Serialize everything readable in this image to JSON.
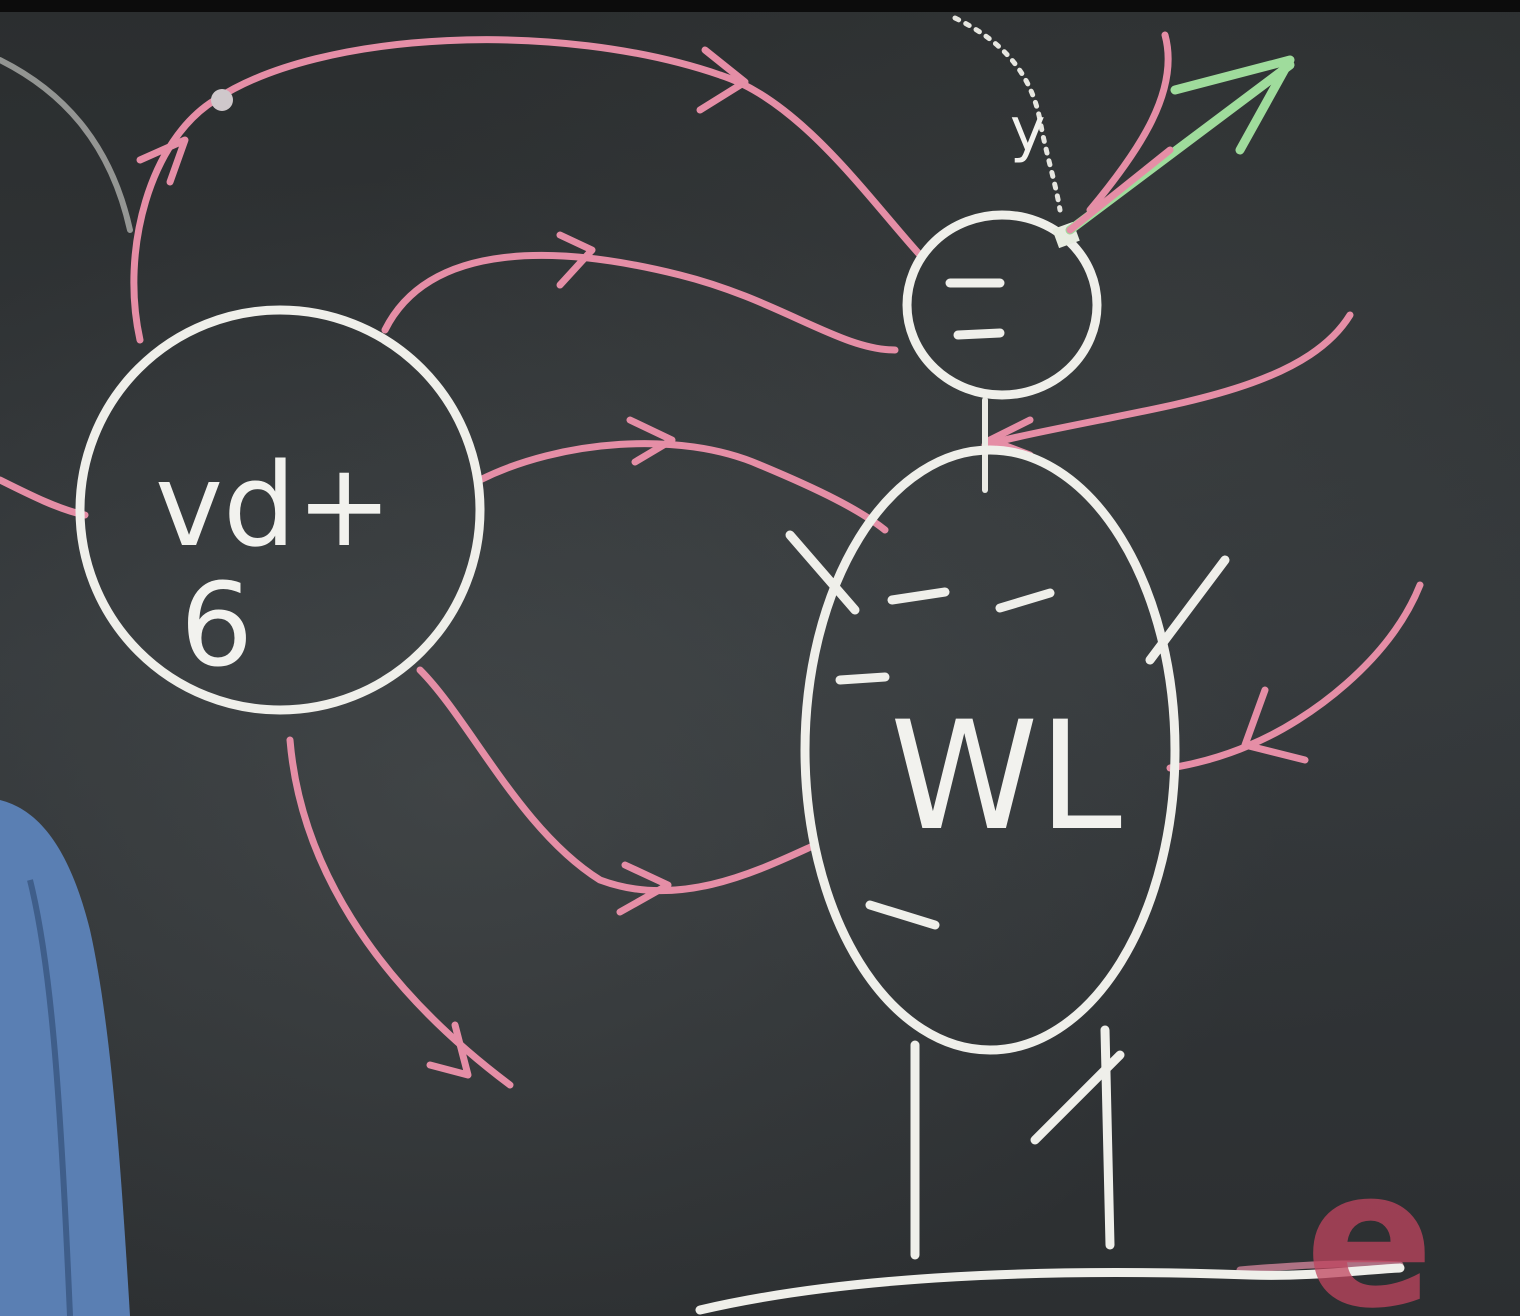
{
  "diagram": {
    "source_label": "vd+\n6",
    "source_label_line1": "vd+",
    "source_label_line2": "6",
    "head_label": "=",
    "body_label": "WL",
    "probe_label": "y",
    "logo_label": "e"
  },
  "colors": {
    "board": "#2f3232",
    "chalk_white": "#efefea",
    "chalk_pink": "#e58ea6",
    "chalk_green": "#9fdc9c",
    "logo": "#c0455f",
    "person_shirt": "#5a7fb3"
  }
}
